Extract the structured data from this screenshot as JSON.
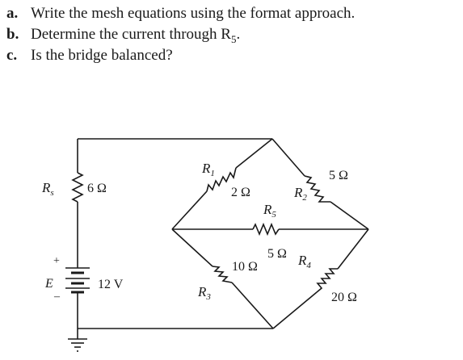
{
  "questions": [
    {
      "letter": "a.",
      "text": "Write the mesh equations using the format approach."
    },
    {
      "letter": "b.",
      "text": "Determine the current through R",
      "sub": "5",
      "suffix": "."
    },
    {
      "letter": "c.",
      "text": "Is the bridge balanced?"
    }
  ],
  "circuit": {
    "source": {
      "label": "E",
      "value": "12 V",
      "plus": "+",
      "minus": "–"
    },
    "Rs": {
      "name": "R",
      "sub": "s",
      "value": "6 Ω"
    },
    "R1": {
      "name": "R",
      "sub": "1",
      "value": "2 Ω"
    },
    "R2": {
      "name": "R",
      "sub": "2",
      "value": "5 Ω"
    },
    "R3": {
      "name": "R",
      "sub": "3",
      "value": "10 Ω"
    },
    "R4": {
      "name": "R",
      "sub": "4",
      "value": "20 Ω"
    },
    "R5": {
      "name": "R",
      "sub": "5",
      "value": "5 Ω"
    }
  }
}
